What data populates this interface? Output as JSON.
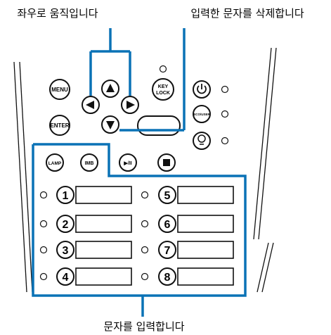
{
  "labels": {
    "move": "좌우로 움직입니다",
    "delete": "입력한 문자를 삭제합니다",
    "enter_chars": "문자를 입력합니다"
  },
  "buttons": {
    "menu": "MENU",
    "key_lock": "KEY\nLOCK",
    "enter": "ENTER",
    "ecouser": "ECO/USER",
    "lamp": "LAMP",
    "imb": "IMB",
    "play_pause": "▶/II"
  },
  "numbers": [
    "1",
    "2",
    "3",
    "4",
    "5",
    "6",
    "7",
    "8"
  ],
  "colors": {
    "highlight": "#0a72b6",
    "outline": "#111111"
  }
}
